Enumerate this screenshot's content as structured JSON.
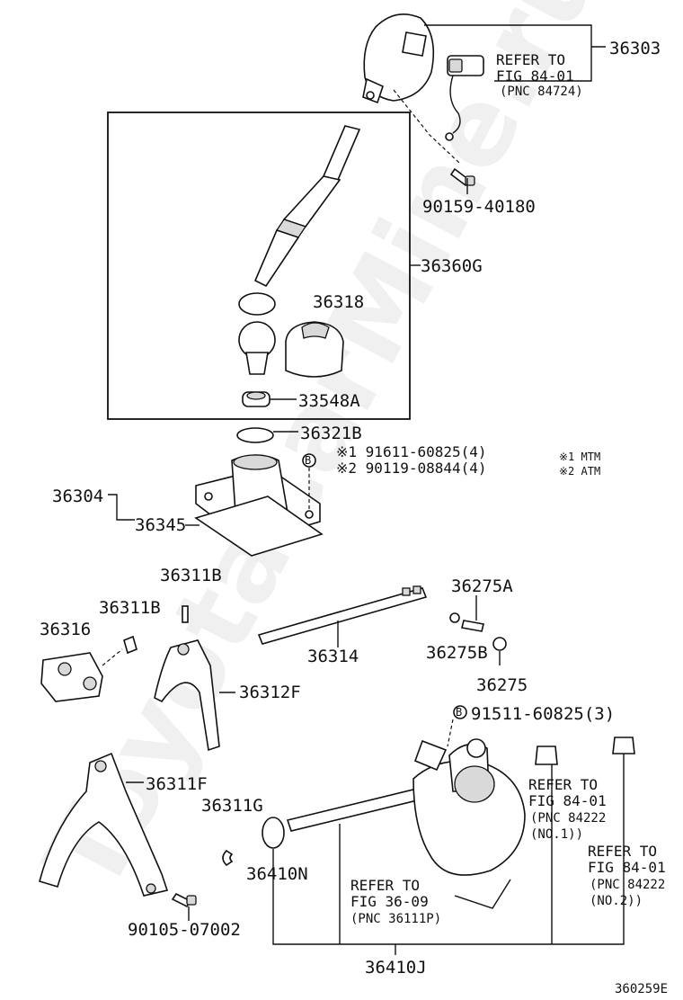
{
  "watermark": "ToyotaCarMine.ru",
  "figure_code": "360259E",
  "labels": {
    "p36303": "36303",
    "refer_fig_84_01_a_line1": "REFER TO",
    "refer_fig_84_01_a_line2": "FIG 84-01",
    "refer_fig_84_01_a_line3": "(PNC 84724)",
    "p90159_40180": "90159-40180",
    "p36360g": "36360G",
    "p36318": "36318",
    "p33548a": "33548A",
    "p36321b": "36321B",
    "bolt_a": "※1 91611-60825(4)",
    "bolt_b": "※2 90119-08844(4)",
    "note_1": "※1 MTM",
    "note_2": "※2 ATM",
    "p36304": "36304",
    "p36345": "36345",
    "p36311b_top": "36311B",
    "p36311b_left": "36311B",
    "p36316": "36316",
    "p36314": "36314",
    "p36275a": "36275A",
    "p36275b": "36275B",
    "p36275": "36275",
    "p36312f": "36312F",
    "p91511_60825": "91511-60825(3)",
    "p36311f": "36311F",
    "p36311g": "36311G",
    "refer_fig_84_01_b_line1": "REFER TO",
    "refer_fig_84_01_b_line2": "FIG 84-01",
    "refer_fig_84_01_b_line3": "(PNC 84222",
    "refer_fig_84_01_b_line4": "(NO.1))",
    "refer_fig_84_01_c_line1": "REFER TO",
    "refer_fig_84_01_c_line2": "FIG 84-01",
    "refer_fig_84_01_c_line3": "(PNC 84222",
    "refer_fig_84_01_c_line4": "(NO.2))",
    "p36410n": "36410N",
    "refer_fig_36_09_line1": "REFER TO",
    "refer_fig_36_09_line2": "FIG 36-09",
    "refer_fig_36_09_line3": "(PNC 36111P)",
    "p90105_07002": "90105-07002",
    "p36410j": "36410J"
  },
  "bolt_marker": "B"
}
